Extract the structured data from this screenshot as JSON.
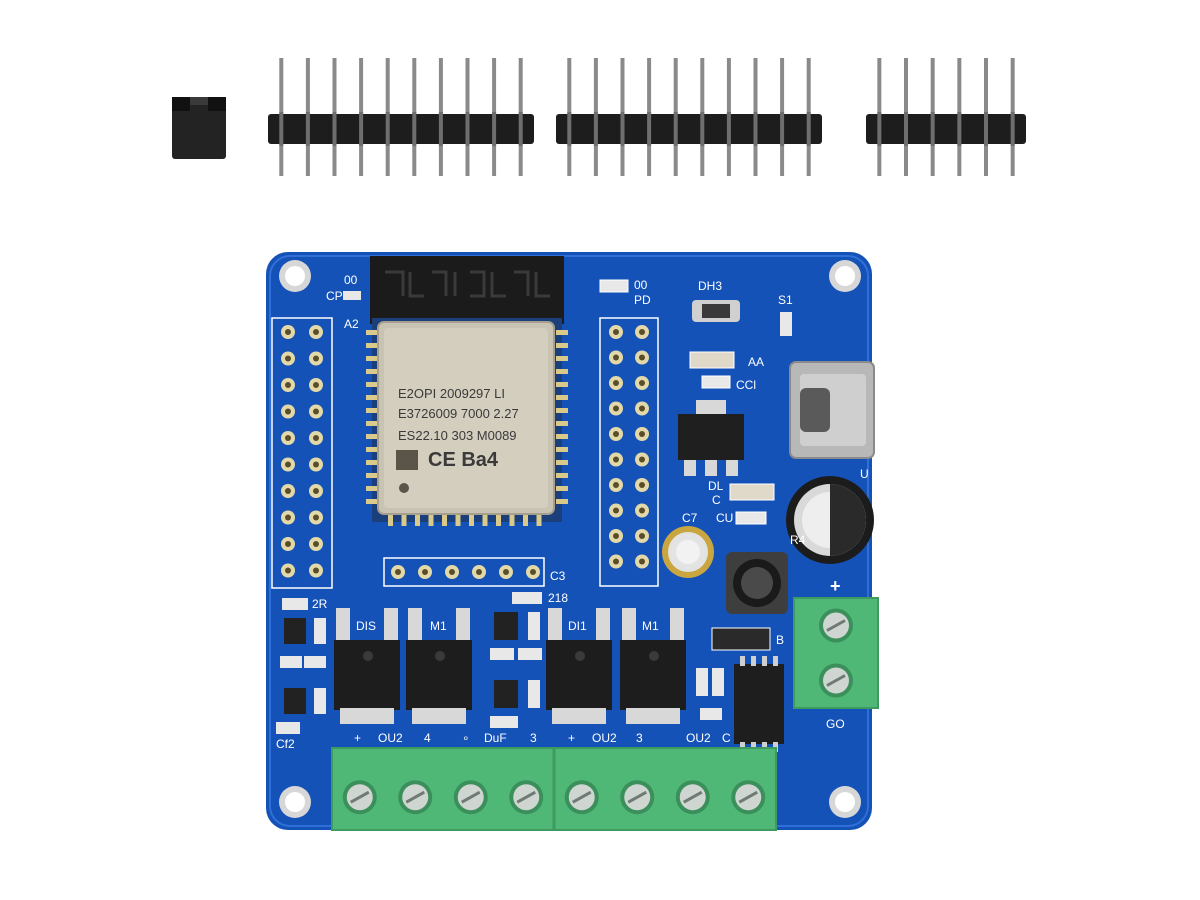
{
  "colors": {
    "background": "#ffffff",
    "pcb": "#1552b8",
    "pcb_dark": "#0d3f94",
    "header_plastic": "#1d1d1d",
    "header_pin": "#8a8a8a",
    "terminal_green": "#4fb877",
    "module_shield": "#c9c3b4"
  },
  "accessories": {
    "header_strip_pins": [
      10,
      10,
      6
    ]
  },
  "board": {
    "module": {
      "marking_lines": [
        "E2OPI 2009297 LI",
        "E3726009 7000 2.27",
        "ES22.10 303 M0089"
      ],
      "cert_marks": "CE  Ba4"
    },
    "silkscreen": {
      "top_left_1": "00",
      "top_left_2": "CP",
      "top_left_3": "A2",
      "top_right_1": "00",
      "top_right_2": "PD",
      "diode_label": "DH3",
      "s1": "S1",
      "resistor_a": "AA",
      "cap_ccl": "CCl",
      "usb_mark": "U",
      "dl": "DL",
      "c_label": "C",
      "cu": "CU",
      "c7": "C7",
      "r4": "R4",
      "c3": "C3",
      "lbl_218": "218",
      "lbl_2r": "2R",
      "dis": "DIS",
      "m1_left": "M1",
      "di1": "DI1",
      "m1_right": "M1",
      "b_label": "B",
      "plus_terminal": "+",
      "go_label": "GO",
      "cf2": "Cf2",
      "bottom_row": [
        "+",
        "OU2",
        "4",
        "∘",
        "DuF",
        "3",
        "+",
        "OU2",
        "3",
        "OU2",
        "C"
      ]
    },
    "output_terminal_screws": 8,
    "power_terminal_screws": 2
  }
}
